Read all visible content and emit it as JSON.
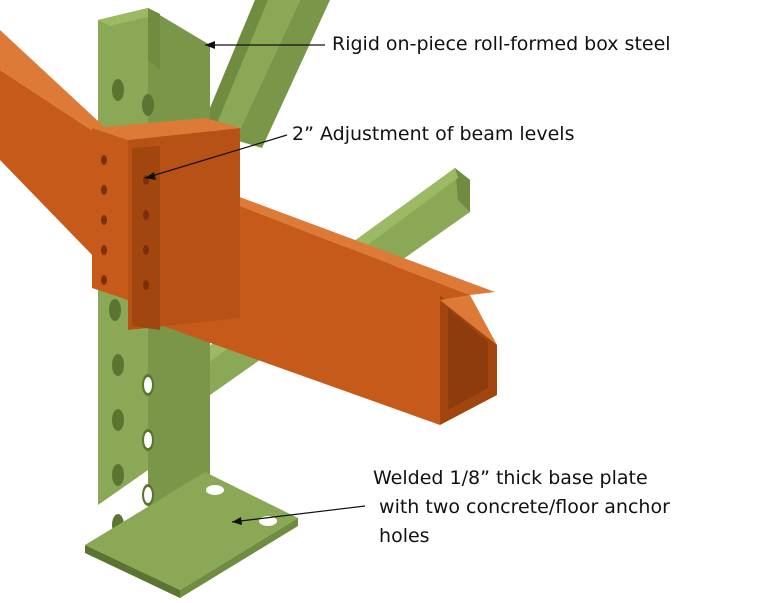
{
  "callouts": {
    "rigid": "Rigid on-piece roll-formed box steel",
    "adjustment": "2” Adjustment of beam levels",
    "base_line1": "Welded 1/8” thick base plate",
    "base_line2": " with two concrete/floor anchor",
    "base_line3": " holes"
  },
  "colors": {
    "upright": "#8aa855",
    "upright_dark": "#6f8c40",
    "upright_shadow": "#5b7432",
    "beam": "#c65a1a",
    "beam_dark": "#a2460f",
    "beam_light": "#dd7a37",
    "leader": "#111111"
  }
}
